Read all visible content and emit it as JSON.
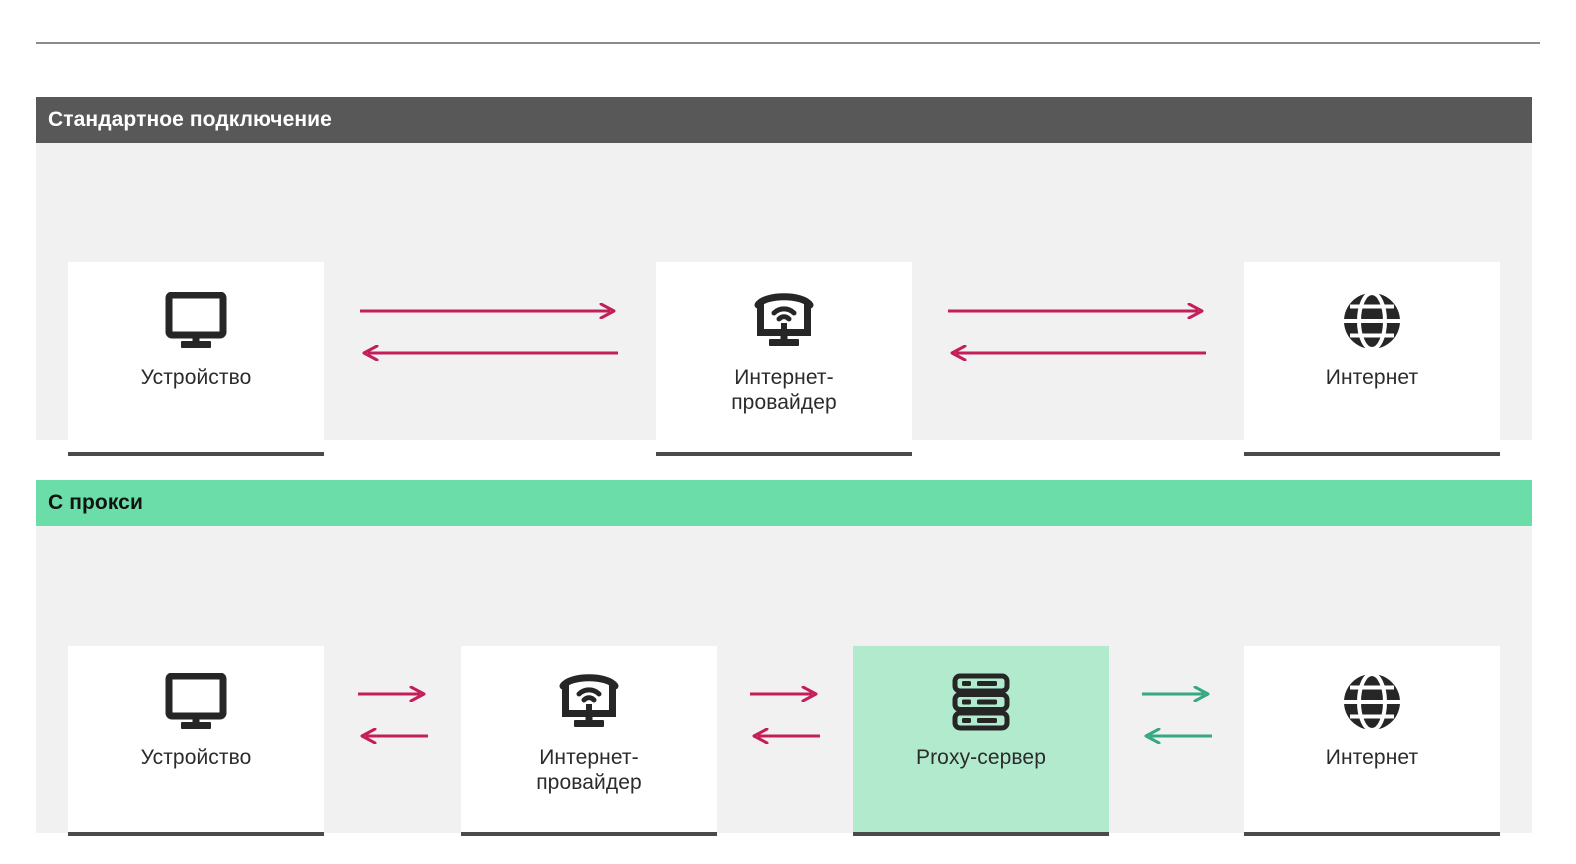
{
  "colors": {
    "page_background": "#ffffff",
    "panel_background": "#f1f1f1",
    "header_standard_bg": "#585858",
    "header_standard_text": "#ffffff",
    "header_proxy_bg": "#6BDDA8",
    "header_proxy_text": "#121212",
    "node_bg": "#ffffff",
    "node_accent_bg": "#B2EACE",
    "node_underline": "#4a4a4a",
    "arrow_pink": "#C41E5A",
    "arrow_green": "#36A883",
    "icon": "#262626",
    "rule": "#8a8a8a"
  },
  "top_rule": {
    "visible": true
  },
  "sections": [
    {
      "id": "standard",
      "title": "Стандартное подключение",
      "nodes": [
        {
          "id": "device",
          "label": "Устройство",
          "icon": "monitor-icon",
          "accent": false
        },
        {
          "id": "isp",
          "label": "Интернет-\nпровайдер",
          "icon": "wifi-monitor-icon",
          "accent": false
        },
        {
          "id": "internet",
          "label": "Интернет",
          "icon": "globe-icon",
          "accent": false
        }
      ],
      "arrow_groups": [
        {
          "id": "device-to-isp",
          "color": "pink",
          "length": 260
        },
        {
          "id": "isp-to-internet",
          "color": "pink",
          "length": 260
        }
      ]
    },
    {
      "id": "proxy",
      "title": "С прокси",
      "nodes": [
        {
          "id": "device",
          "label": "Устройство",
          "icon": "monitor-icon",
          "accent": false
        },
        {
          "id": "isp",
          "label": "Интернет-\nпровайдер",
          "icon": "wifi-monitor-icon",
          "accent": false
        },
        {
          "id": "proxy",
          "label": "Proxy-сервер",
          "icon": "server-rack-icon",
          "accent": true
        },
        {
          "id": "internet",
          "label": "Интернет",
          "icon": "globe-icon",
          "accent": false
        }
      ],
      "arrow_groups": [
        {
          "id": "device-to-isp",
          "color": "pink",
          "length": 70
        },
        {
          "id": "isp-to-proxy",
          "color": "pink",
          "length": 70
        },
        {
          "id": "proxy-to-internet",
          "color": "green",
          "length": 70
        }
      ]
    }
  ]
}
